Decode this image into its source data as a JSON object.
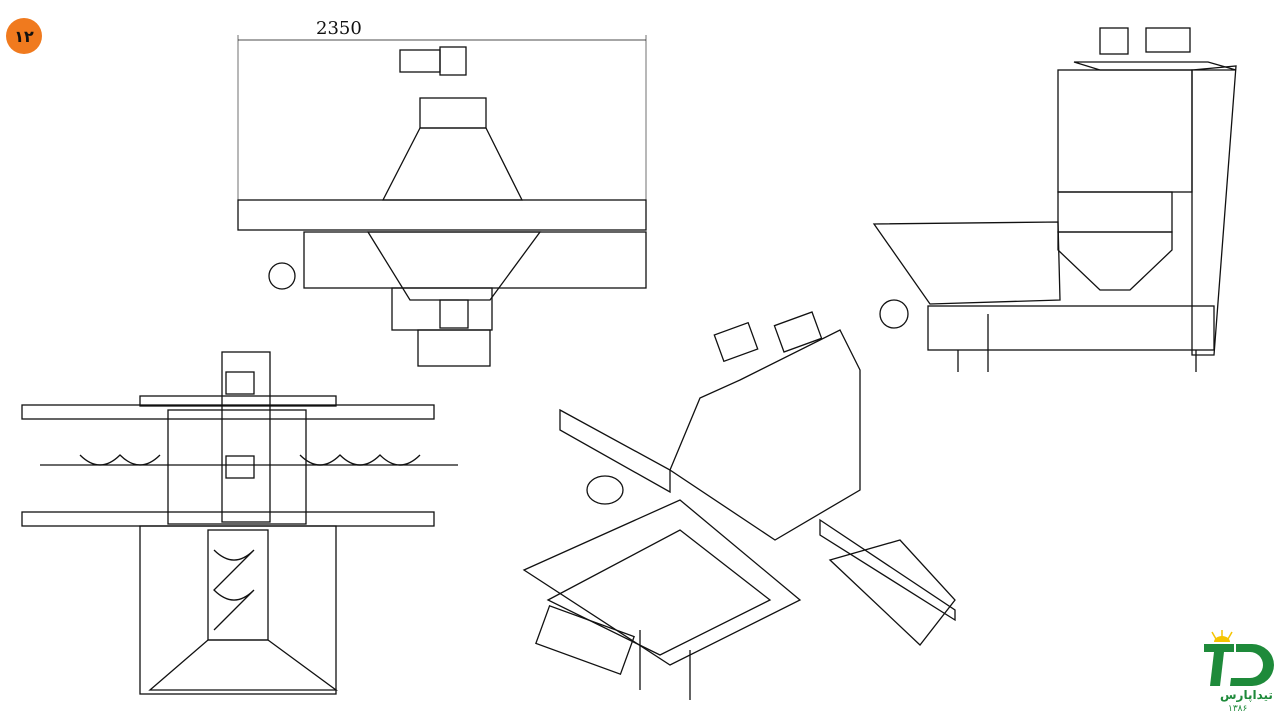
{
  "slide": {
    "page_number": "۱۲",
    "dimension_label": "2350"
  },
  "logo": {
    "name": "تیداپارس",
    "year": "۱۳۸۶",
    "color": "#1e8a3a"
  },
  "colors": {
    "badge": "#f07a1e",
    "line": "#111111"
  }
}
